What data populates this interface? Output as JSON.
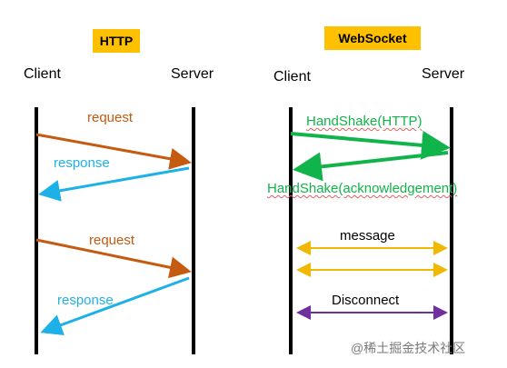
{
  "http": {
    "title": "HTTP",
    "client_label": "Client",
    "server_label": "Server",
    "request_1": "request",
    "response_1": "response",
    "request_2": "request",
    "response_2": "response"
  },
  "websocket": {
    "title": "WebSocket",
    "client_label": "Client",
    "server_label": "Server",
    "handshake_request": "HandShake(HTTP)",
    "handshake_ack": "HandShake(acknowledgement)",
    "message": "message",
    "disconnect": "Disconnect"
  },
  "colors": {
    "request": "#c55a11",
    "response": "#1eb1e8",
    "handshake": "#11b34b",
    "message": "#f0b800",
    "disconnect": "#7030a0",
    "title_bg": "#ffc000"
  },
  "watermark": "@稀土掘金技术社区"
}
